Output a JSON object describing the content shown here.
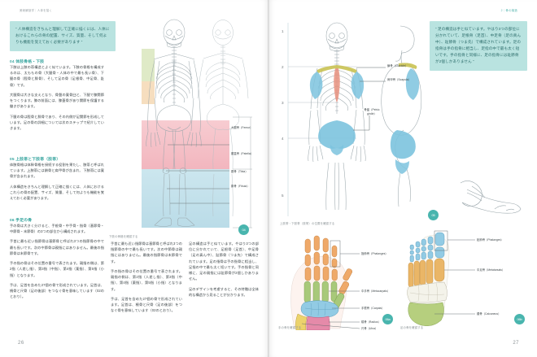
{
  "spread": {
    "left_running_head": "美術解剖学｜人体を描く",
    "right_running_head": "2｜骨の構造",
    "page_left": "26",
    "page_right": "27"
  },
  "left_page": {
    "quote": "“ 人体構造をきちんと理解して正確に描くには、人体におけるこれらの骨の配置、サイズ、質量、そして何よりも機能を覚えておく必要があります ”",
    "sections": [
      {
        "number": "04",
        "title": "体肢骨格・下肢",
        "paragraphs": [
          "下肢は上肢の帯構造とよく似ています。下肢の骨格を構成するのは、太ももの骨（大腿骨・人体の中で最も長い骨）、下腿の骨（脛骨と腓骨）、そして足の骨（足根骨、中足骨、趾骨）です。",
          "大腿骨は大きな支えとなり、骨盤の寛骨臼と、下腿で膝関節をつくります。膝の前面には、膝蓋骨があり関節を保護する働きがあります。",
          "下腿の骨は脛骨と腓骨であり、その内側が足関節を形成しています。足の骨の詳細については次のステップで紹介していきます。"
        ]
      },
      {
        "number": "05",
        "title": "上肢帯と下肢帯（肢帯）",
        "paragraphs": [
          "体肢骨格は体幹骨格を接続する役割を果たし、肢帯と呼ばれています。上肢帯には鎖骨と肩甲骨が含まれ、下肢帯には寛骨が含まれます。",
          "人体構造をきちんと理解して正確に描くには、人体におけるこれらの骨の配置、サイズ、質量、そして何よりも機能を覚えておく必要があります。"
        ]
      },
      {
        "number": "06",
        "title": "手足の骨",
        "paragraphs": [
          "手の骨は大きく分けると、手根骨・中手骨・指骨（基節骨・中節骨・末節骨）の3つの部位から構成されます。"
        ]
      }
    ],
    "bottom_columns": [
      "手首に最も近い指節骨は基節骨と呼ばれ3つの指節骨の中で最も長いです。次の中節骨は親指にはありません。最後の指節骨は末節骨です。",
      "手の指の骨はその位置の番号で表されます。親指の側は、第2指（人差し指）、第3指（中指）、第4指（薬指）、第5指（小指）となります。",
      "手は、足首を含めた27個の骨で形成されています。足首は、橈骨と尺骨（足の後部）をつなぐ骨を意味しています（02のとおり）。"
    ],
    "bottom_columns_2": [
      "足の構造は手と似ています。やはり3つの部位に分かれていて、足根骨（足首）、中足骨（足の真ん中）、趾節骨（つま先）で構成されています。足の指骨は手の指骨に相当し、足指の中で最も太く短いです。手の指骨と同様に、足の親指には趾節骨が2個しかありません。",
      "足のデザインを考慮すると、その特徴は全体的な構造から見ることが分かります。"
    ],
    "figure_caption": "下肢の骨格を確認する",
    "figure_badge": "04",
    "leg_labels": [
      "大腿骨（Femur）",
      "膝蓋骨（Patella）",
      "脛骨（Tibia）",
      "腓骨（Fibula）"
    ],
    "colors": {
      "femur_band": "#f4b8bf",
      "tibia_band": "#b6dbe6",
      "accent": "#3aa6a0",
      "quote_bg": "#b9e3e0"
    }
  },
  "right_page": {
    "quote": "“ 足の構造は手と似ています。やはり3つの部位に分かれていて、足根骨（足首）、中足骨（足の真ん中）、趾節骨（つま先）で構成されています。足の指骨は手の指骨に相当し、足指の中で最も太く短いです。手の指骨と同様に、足の指骨には趾節骨が2個しかありません ”",
    "skeleton_figure": {
      "caption": "上肢帯・下肢帯（肢帯）の位置を確認する",
      "badge": "05",
      "labels": [
        "鎖骨（Clavicle）",
        "肩甲骨（Scapula）",
        "骨盤（Pelvic girdle）"
      ],
      "band_numbers": [
        "1",
        "2",
        "3",
        "4",
        "5"
      ]
    },
    "hand_figure": {
      "caption": "手の骨を確認する",
      "badge": "06a",
      "labels": [
        "指節骨（Phalanges）",
        "中手骨（Metacarpals）",
        "手根骨（Carpals）",
        "橈骨（Radius）",
        "尺骨（Ulna）"
      ],
      "colors": {
        "phalanges": "#efa969",
        "metacarpals": "#a8c97a",
        "carpals": "#92cbe4",
        "radius": "#e58aa9",
        "ulna": "#ecd36c"
      }
    },
    "foot_figure": {
      "caption": "足の骨を確認する",
      "badge": "06b",
      "labels": [
        "趾節骨（Phalanges）",
        "中足骨（Metatarsals）",
        "踵骨（Calcaneus）"
      ],
      "colors": {
        "phalanges": "#92cbe4",
        "metatarsals": "#eab667",
        "calcaneus": "#b6cf7e",
        "tarsals": "#f2f2ec"
      }
    }
  }
}
